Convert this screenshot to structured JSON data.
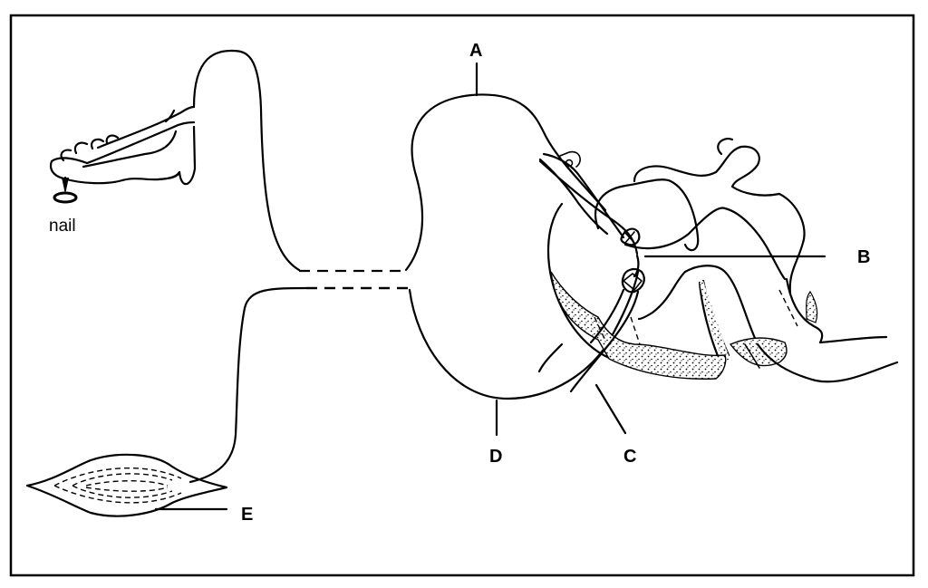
{
  "labels": {
    "nail": "nail",
    "a": "A",
    "b": "B",
    "c": "C",
    "d": "D",
    "e": "E"
  },
  "colors": {
    "line": "#000000",
    "background": "#ffffff",
    "stipple": "#000000"
  }
}
